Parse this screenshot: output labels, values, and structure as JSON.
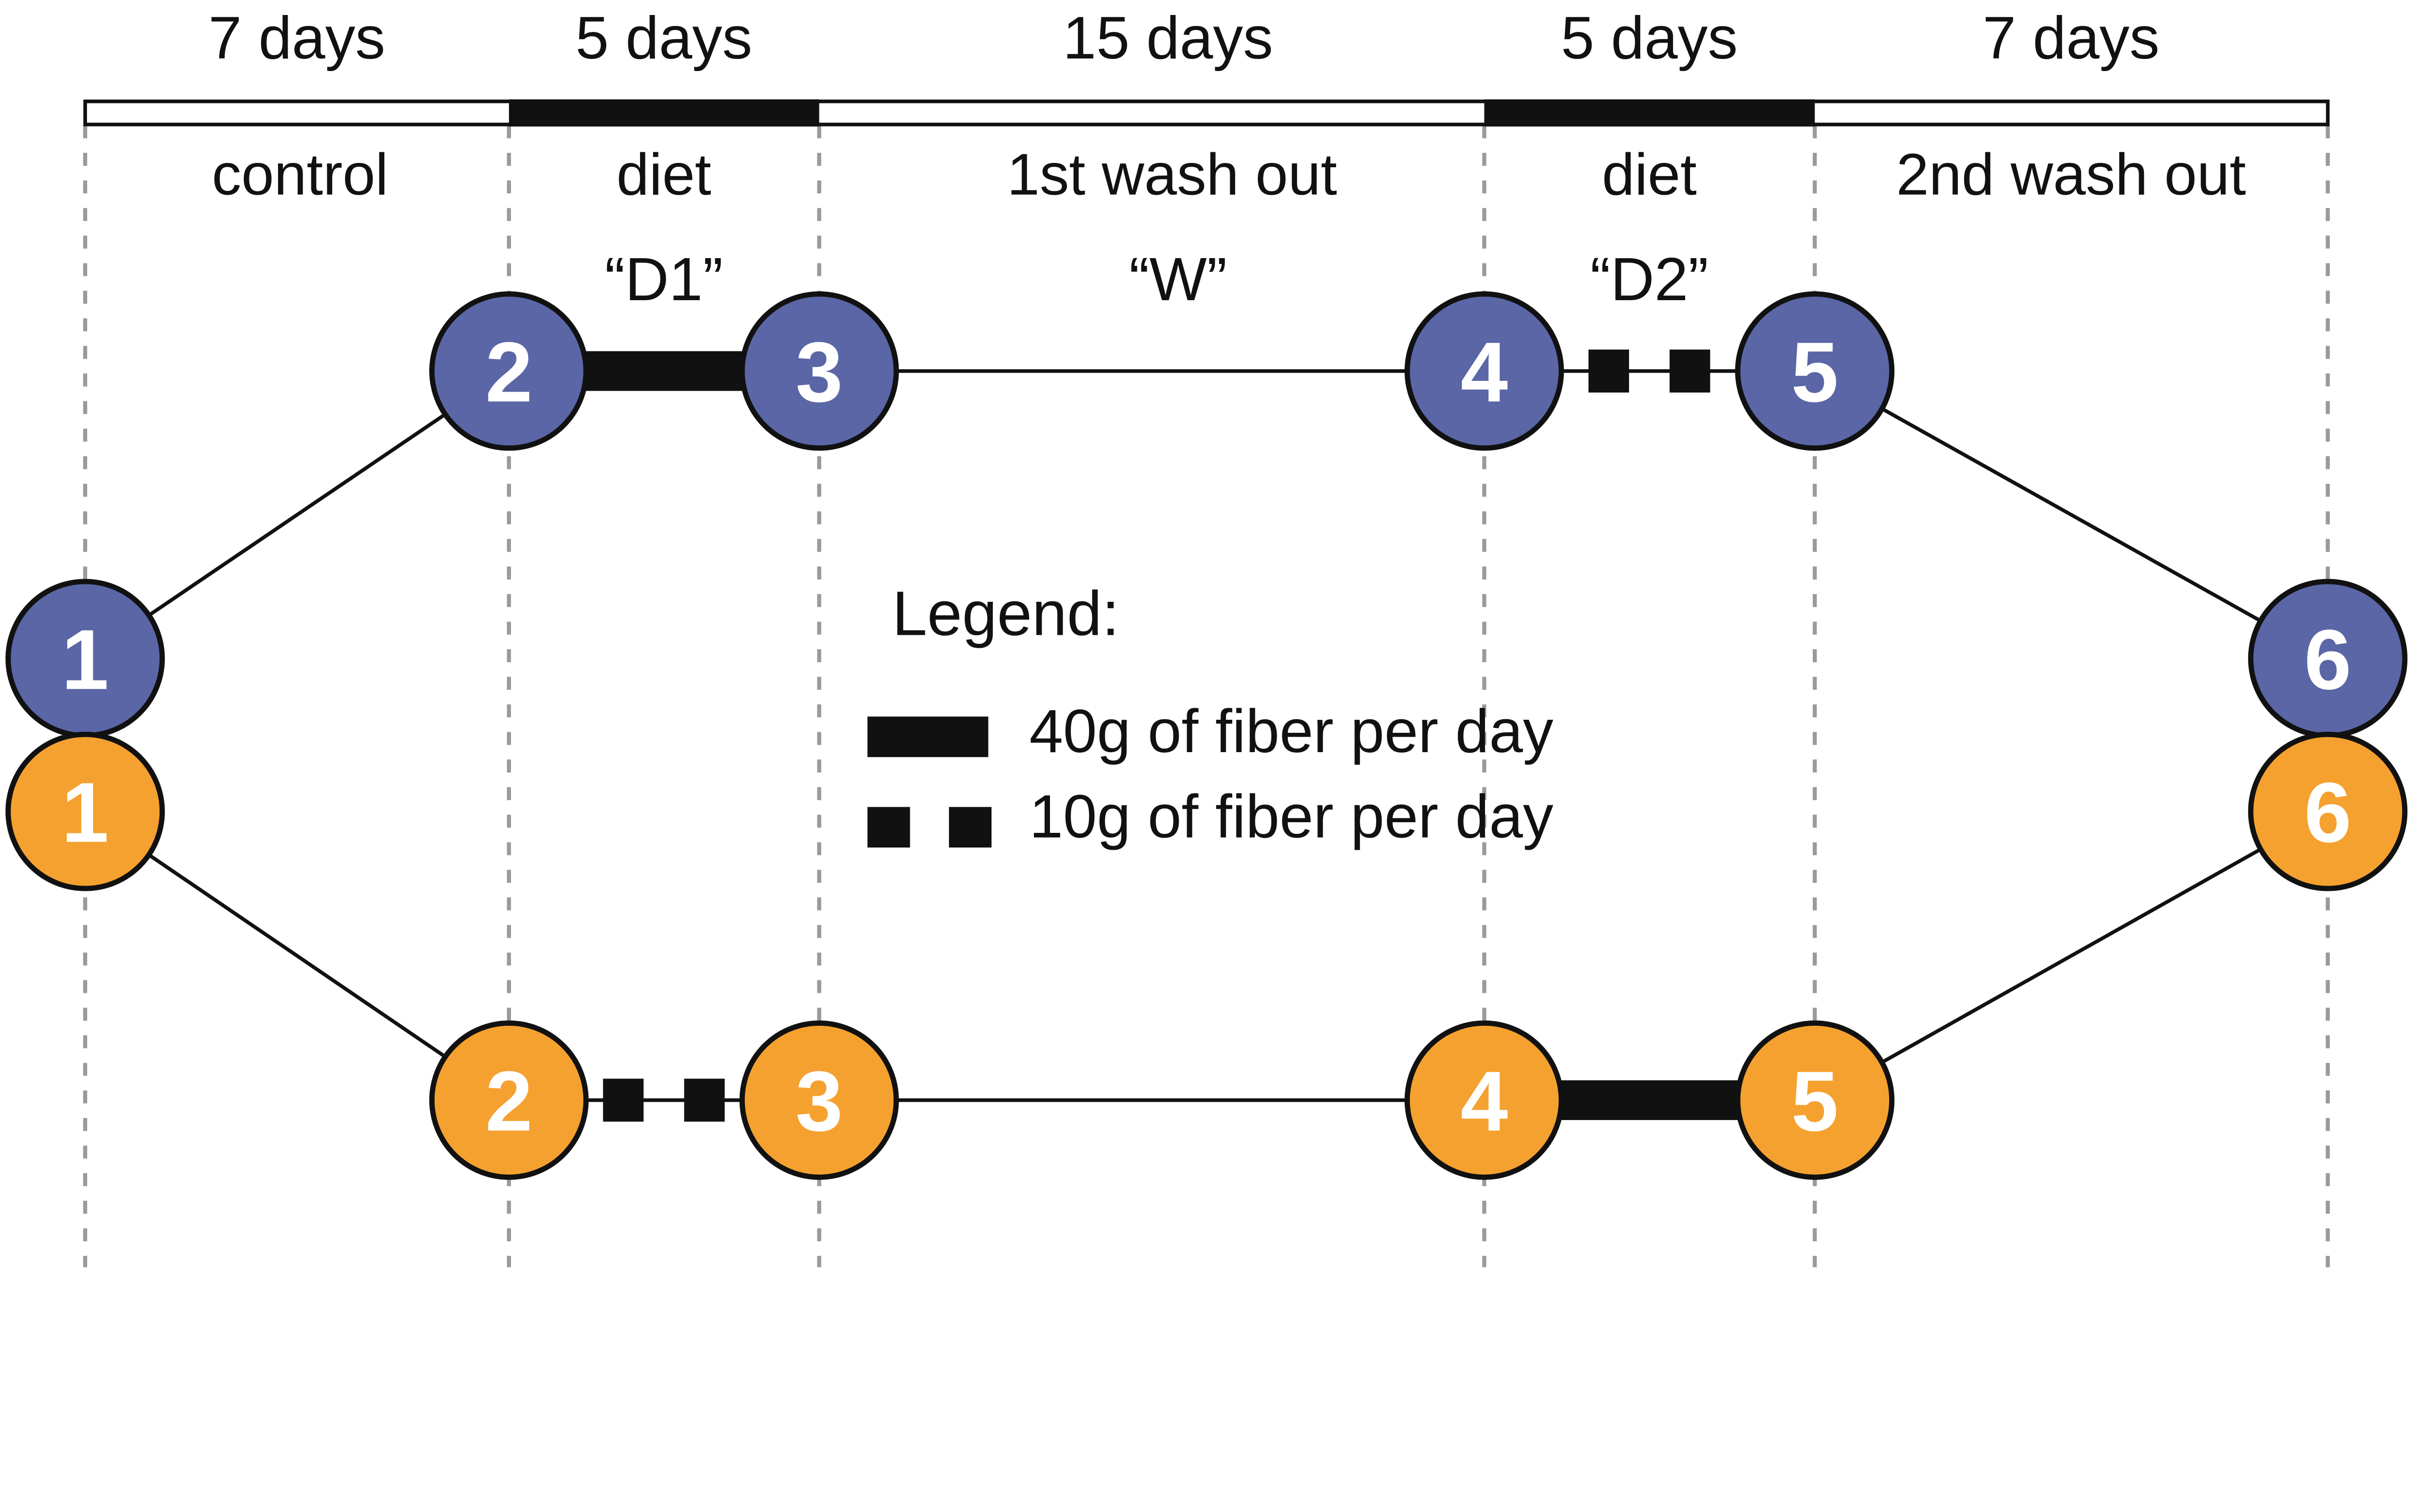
{
  "figure": {
    "description": "Crossover dietary fiber study design diagram with two randomized arms and six sampling points",
    "colors": {
      "blue_arm": "#5a66a5",
      "orange_arm": "#f5a12f",
      "black": "#111111",
      "dashed_guide": "#9a9a9a",
      "node_number_text": "#ffffff",
      "background": "#ffffff"
    },
    "timeline": {
      "segments": [
        {
          "duration": "7 days",
          "phase": "control",
          "bar_style": "white"
        },
        {
          "duration": "5 days",
          "phase": "diet",
          "bar_style": "black"
        },
        {
          "duration": "15 days",
          "phase": "1st wash out",
          "bar_style": "white"
        },
        {
          "duration": "5 days",
          "phase": "diet",
          "bar_style": "black"
        },
        {
          "duration": "7 days",
          "phase": "2nd wash out",
          "bar_style": "white"
        }
      ]
    },
    "period_labels": {
      "d1": "“D1”",
      "w": "“W”",
      "d2": "“D2”"
    },
    "legend": {
      "title": "Legend:",
      "items": [
        {
          "swatch": "thick-solid-bar",
          "label": "40g of fiber per day"
        },
        {
          "swatch": "two-black-squares",
          "label": "10g of fiber per day"
        }
      ]
    },
    "nodes": {
      "blue": [
        "1",
        "2",
        "3",
        "4",
        "5",
        "6"
      ],
      "orange": [
        "1",
        "2",
        "3",
        "4",
        "5",
        "6"
      ]
    }
  }
}
